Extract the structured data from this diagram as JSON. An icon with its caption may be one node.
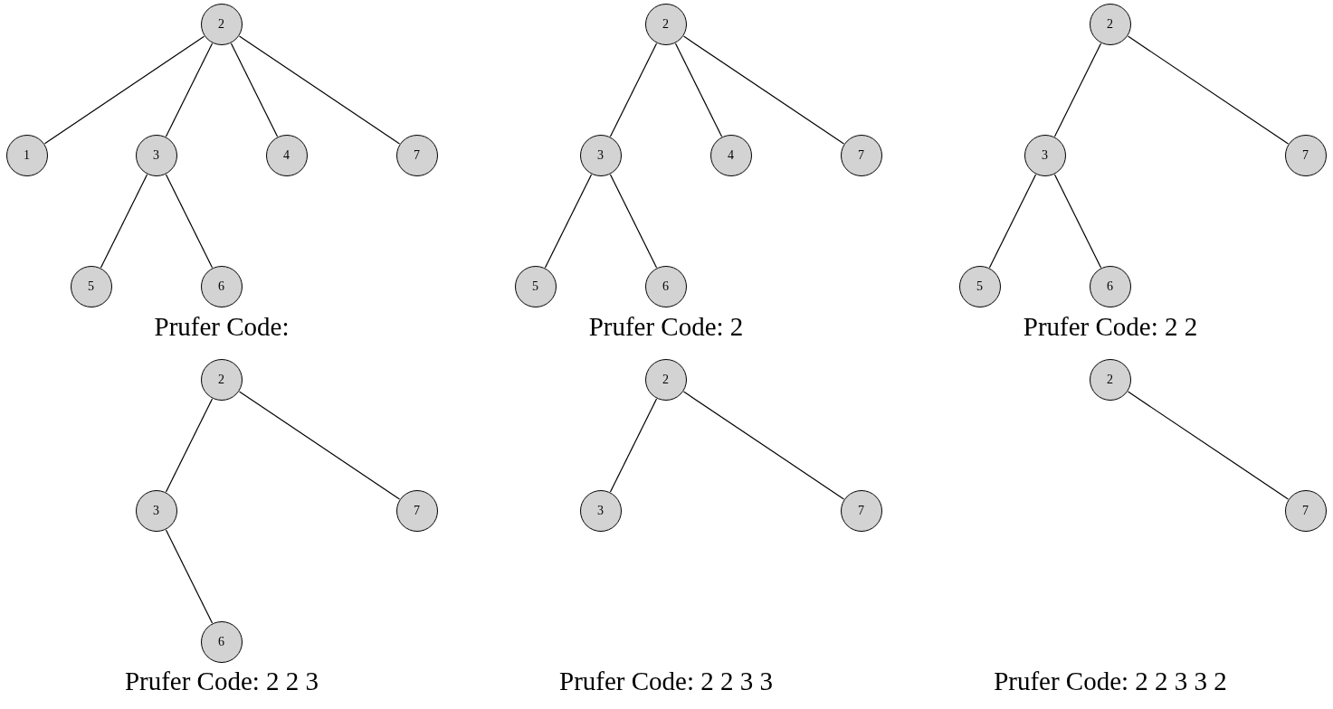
{
  "diagram": {
    "nodes": [
      {
        "text": [
          "2"
        ]
      },
      {
        "text": [
          "1"
        ]
      },
      {
        "text": [
          "3"
        ]
      },
      {
        "text": [
          "4"
        ]
      },
      {
        "text": [
          "7"
        ]
      },
      {
        "text": [
          "5"
        ]
      },
      {
        "text": [
          "6"
        ]
      },
      {
        "text": [
          "2"
        ]
      },
      {
        "text": [
          "3"
        ]
      },
      {
        "text": [
          "4"
        ]
      },
      {
        "text": [
          "7"
        ]
      },
      {
        "text": [
          "5"
        ]
      },
      {
        "text": [
          "6"
        ]
      },
      {
        "text": [
          "2"
        ]
      },
      {
        "text": [
          "3"
        ]
      },
      {
        "text": [
          "7"
        ]
      },
      {
        "text": [
          "5"
        ]
      },
      {
        "text": [
          "6"
        ]
      },
      {
        "text": [
          "2"
        ]
      },
      {
        "text": [
          "3"
        ]
      },
      {
        "text": [
          "7"
        ]
      },
      {
        "text": [
          "6"
        ]
      },
      {
        "text": [
          "2"
        ]
      },
      {
        "text": [
          "3"
        ]
      },
      {
        "text": [
          "7"
        ]
      },
      {
        "text": [
          "2"
        ]
      },
      {
        "text": [
          "7"
        ]
      }
    ],
    "edges": [
      {
        "from": 0,
        "to": 1,
        "arrow": "none"
      },
      {
        "from": 0,
        "to": 2,
        "arrow": "none"
      },
      {
        "from": 0,
        "to": 3,
        "arrow": "none"
      },
      {
        "from": 0,
        "to": 4,
        "arrow": "none"
      },
      {
        "from": 2,
        "to": 5,
        "arrow": "none"
      },
      {
        "from": 2,
        "to": 6,
        "arrow": "none"
      },
      {
        "from": 7,
        "to": 8,
        "arrow": "none"
      },
      {
        "from": 7,
        "to": 9,
        "arrow": "none"
      },
      {
        "from": 7,
        "to": 10,
        "arrow": "none"
      },
      {
        "from": 8,
        "to": 11,
        "arrow": "none"
      },
      {
        "from": 8,
        "to": 12,
        "arrow": "none"
      },
      {
        "from": 13,
        "to": 14,
        "arrow": "none"
      },
      {
        "from": 13,
        "to": 15,
        "arrow": "none"
      },
      {
        "from": 14,
        "to": 16,
        "arrow": "none"
      },
      {
        "from": 14,
        "to": 17,
        "arrow": "none"
      },
      {
        "from": 18,
        "to": 19,
        "arrow": "none"
      },
      {
        "from": 18,
        "to": 20,
        "arrow": "none"
      },
      {
        "from": 19,
        "to": 21,
        "arrow": "none"
      },
      {
        "from": 22,
        "to": 23,
        "arrow": "none"
      },
      {
        "from": 22,
        "to": 24,
        "arrow": "none"
      },
      {
        "from": 25,
        "to": 26,
        "arrow": "none"
      }
    ],
    "labels": [
      "Prufer Code:",
      "Prufer Code: 2",
      "Prufer Code: 2 2",
      "Prufer Code: 2 2 3",
      "Prufer Code: 2 2 3 3",
      "Prufer Code: 2 2 3 3 2"
    ]
  }
}
